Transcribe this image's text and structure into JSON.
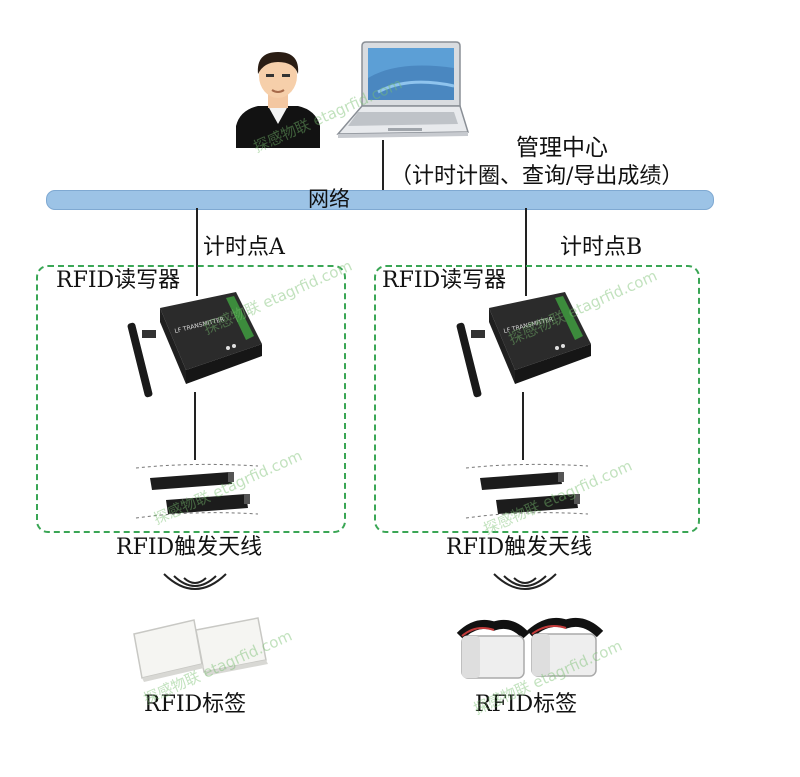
{
  "management": {
    "title": "管理中心",
    "subtitle": "（计时计圈、查询/导出成绩）"
  },
  "network": {
    "label": "网络"
  },
  "points": [
    {
      "label": "计时点A",
      "reader_label": "RFID读写器",
      "antenna_label": "RFID触发天线",
      "tag_label": "RFID标签",
      "device_text": "LF TRANSMITTER"
    },
    {
      "label": "计时点B",
      "reader_label": "RFID读写器",
      "antenna_label": "RFID触发天线",
      "tag_label": "RFID标签",
      "device_text": "LF TRANSMITTER"
    }
  ],
  "watermark": "探感物联 etagrfid.com",
  "colors": {
    "network": "#9cc3e6",
    "dashed_box": "#3aa655",
    "device": "#2b2b2b"
  }
}
